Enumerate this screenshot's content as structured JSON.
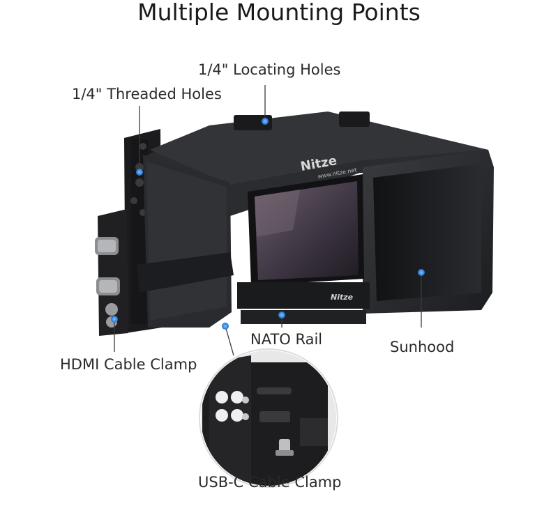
{
  "title": "Multiple Mounting Points",
  "callouts": {
    "locating_holes": "1/4\" Locating Holes",
    "threaded_holes": "1/4\" Threaded Holes",
    "nato_rail": "NATO Rail",
    "sunhood": "Sunhood",
    "hdmi_clamp": "HDMI Cable Clamp",
    "usbc_clamp": "USB-C Cable Clamp"
  },
  "product_marks": {
    "brand_top": "Nitze",
    "brand_url": "www.nitze.net",
    "brand_side": "Nitze"
  },
  "colors": {
    "pointer": "#2f8fe0",
    "body": "#1e1e20",
    "hood": "#2b2c2f",
    "screen": "#4a4048"
  }
}
